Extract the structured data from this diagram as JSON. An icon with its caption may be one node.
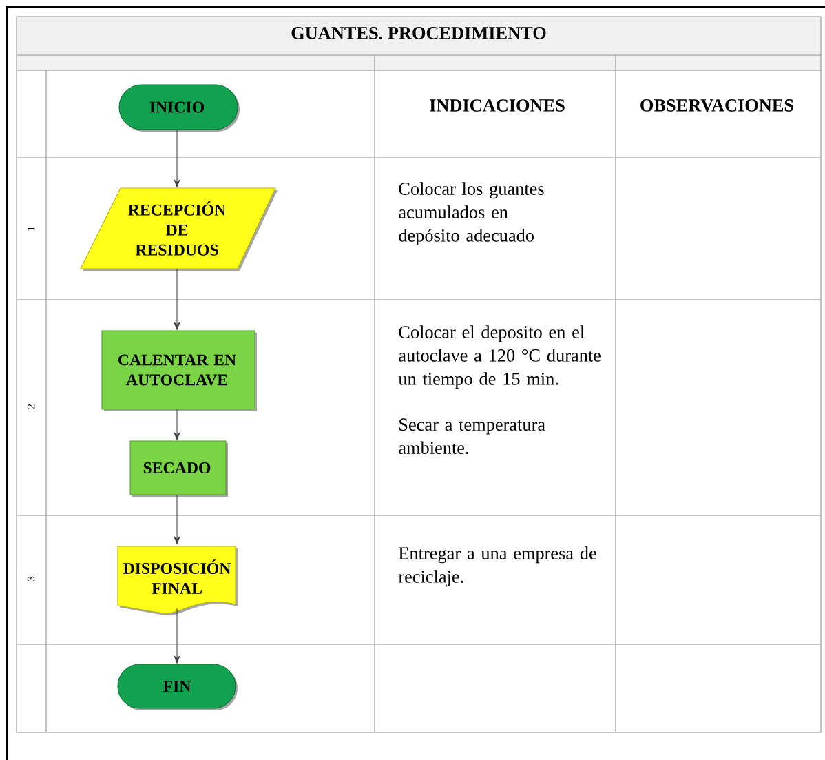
{
  "diagram": {
    "title": "GUANTES. PROCEDIMIENTO",
    "nodes": [
      {
        "text": [
          "INICIO"
        ]
      },
      {
        "text": [
          "RECEPCIÓN DE RESIDUOS"
        ]
      },
      {
        "text": [
          "CALENTAR EN AUTOCLAVE"
        ]
      },
      {
        "text": [
          "SECADO"
        ]
      },
      {
        "text": [
          "DISPOSICIÓN FINAL"
        ]
      },
      {
        "text": [
          "FIN"
        ]
      }
    ],
    "edges": [
      {
        "from": 0,
        "to": 1,
        "arrow": "to"
      },
      {
        "from": 1,
        "to": 2,
        "arrow": "to"
      },
      {
        "from": 2,
        "to": 3,
        "arrow": "to"
      },
      {
        "from": 3,
        "to": 4,
        "arrow": "to"
      },
      {
        "from": 4,
        "to": 5,
        "arrow": "to"
      }
    ],
    "labels": [
      "INDICACIONES",
      "OBSERVACIONES",
      "1",
      "Colocar los guantes acumulados en depósito adecuado",
      "2",
      "Colocar el deposito en el autoclave a 120 °C durante un tiempo de 15 min.",
      "Secar a temperatura ambiente.",
      "3",
      "Entregar a una empresa de reciclaje."
    ]
  }
}
